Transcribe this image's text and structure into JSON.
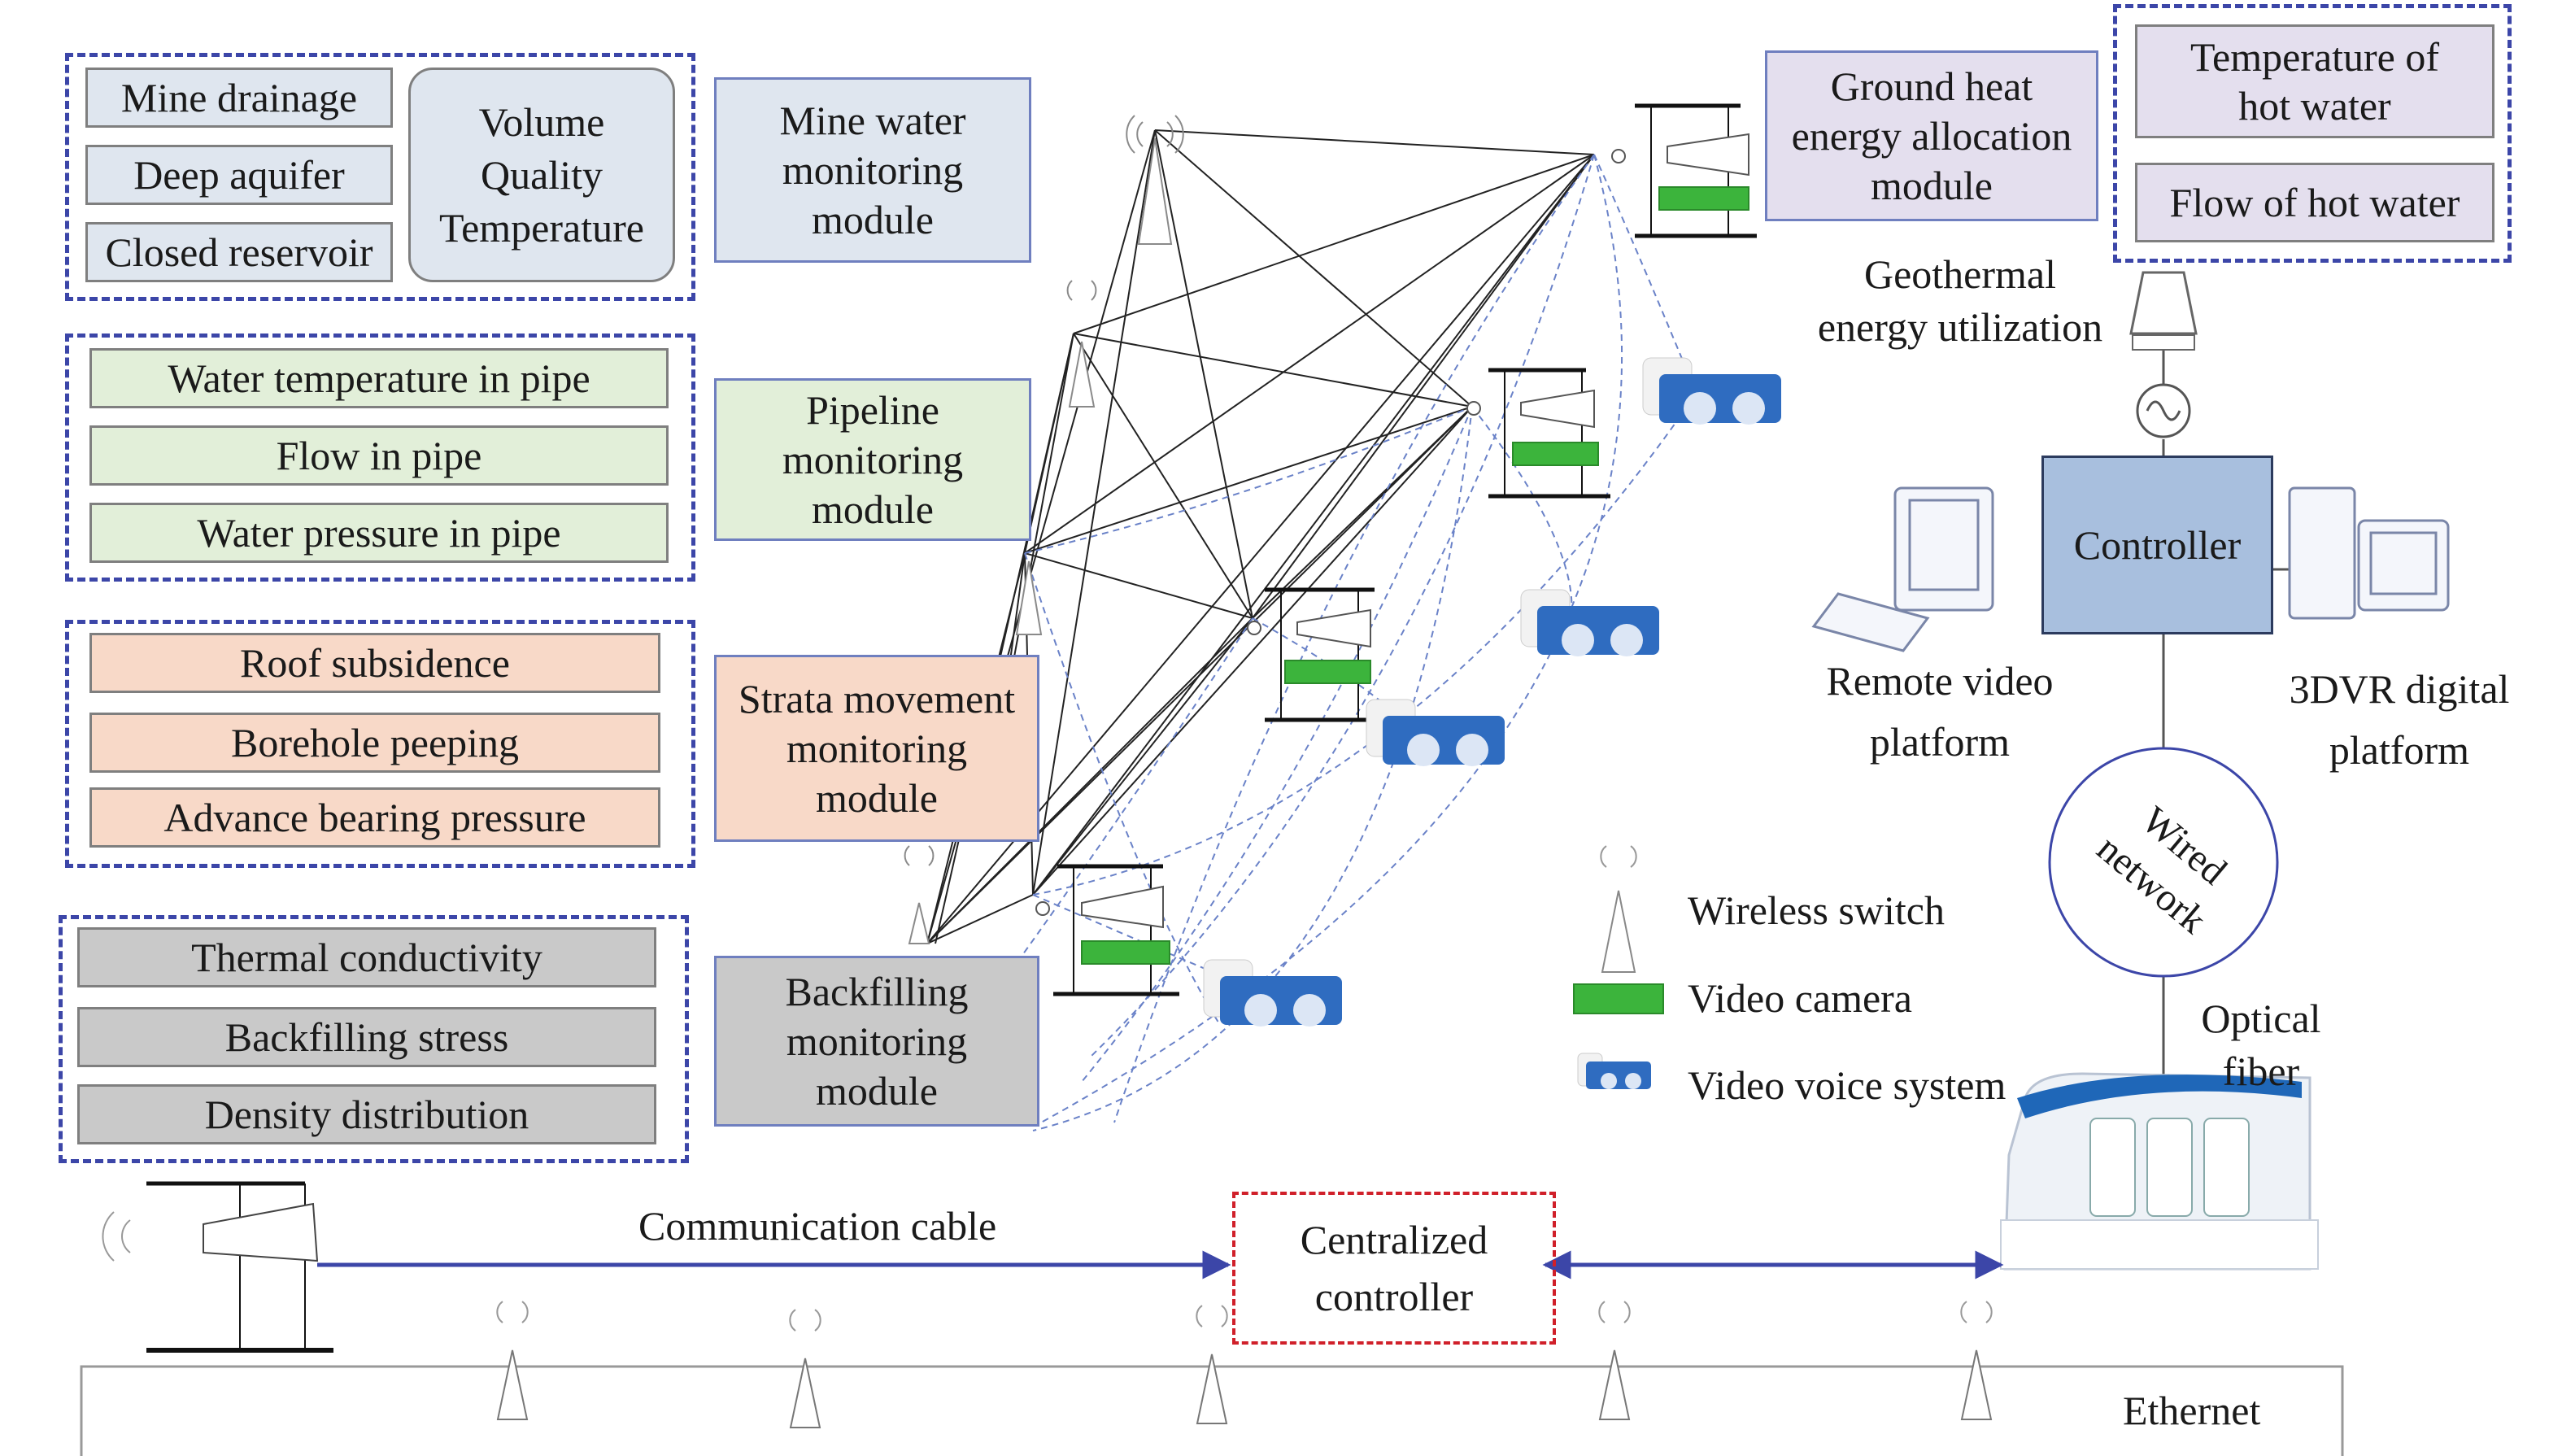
{
  "groups": {
    "water": {
      "items": [
        "Mine drainage",
        "Deep aquifer",
        "Closed reservoir"
      ],
      "params": "Volume\nQuality\nTemperature",
      "module": "Mine water\nmonitoring\nmodule"
    },
    "pipeline": {
      "items": [
        "Water temperature in pipe",
        "Flow in pipe",
        "Water pressure in pipe"
      ],
      "module": "Pipeline\nmonitoring\nmodule"
    },
    "strata": {
      "items": [
        "Roof subsidence",
        "Borehole peeping",
        "Advance bearing pressure"
      ],
      "module": "Strata movement\nmonitoring\nmodule"
    },
    "backfill": {
      "items": [
        "Thermal conductivity",
        "Backfilling stress",
        "Density distribution"
      ],
      "module": "Backfilling\nmonitoring\nmodule"
    }
  },
  "geothermal": {
    "module": "Ground heat\nenergy allocation\nmodule",
    "hot_items": [
      "Temperature of\nhot water",
      "Flow of hot water"
    ],
    "utilization": "Geothermal\nenergy utilization"
  },
  "controller": "Controller",
  "remote_platform": "Remote video\nplatform",
  "dvr_platform": "3DVR digital\nplatform",
  "wired_network": "Wired\nnetwork",
  "optical_fiber": "Optical\nfiber",
  "legend": {
    "wireless_switch": "Wireless switch",
    "video_camera": "Video camera",
    "video_voice": "Video voice system"
  },
  "communication_cable": "Communication cable",
  "centralized_controller": "Centralized\ncontroller",
  "ethernet": "Ethernet",
  "colors": {
    "group_border": "#3c46a8",
    "water_fill": "#dfe6ef",
    "pipeline_fill": "#e2efd9",
    "strata_fill": "#f8d9c8",
    "backfill_fill": "#c9c9c9",
    "geo_fill": "#e4dfee",
    "controller_fill": "#a8bfde",
    "camera_green": "#3cb43c",
    "cable_blue": "#3c46a8",
    "central_red": "#d0202a"
  }
}
